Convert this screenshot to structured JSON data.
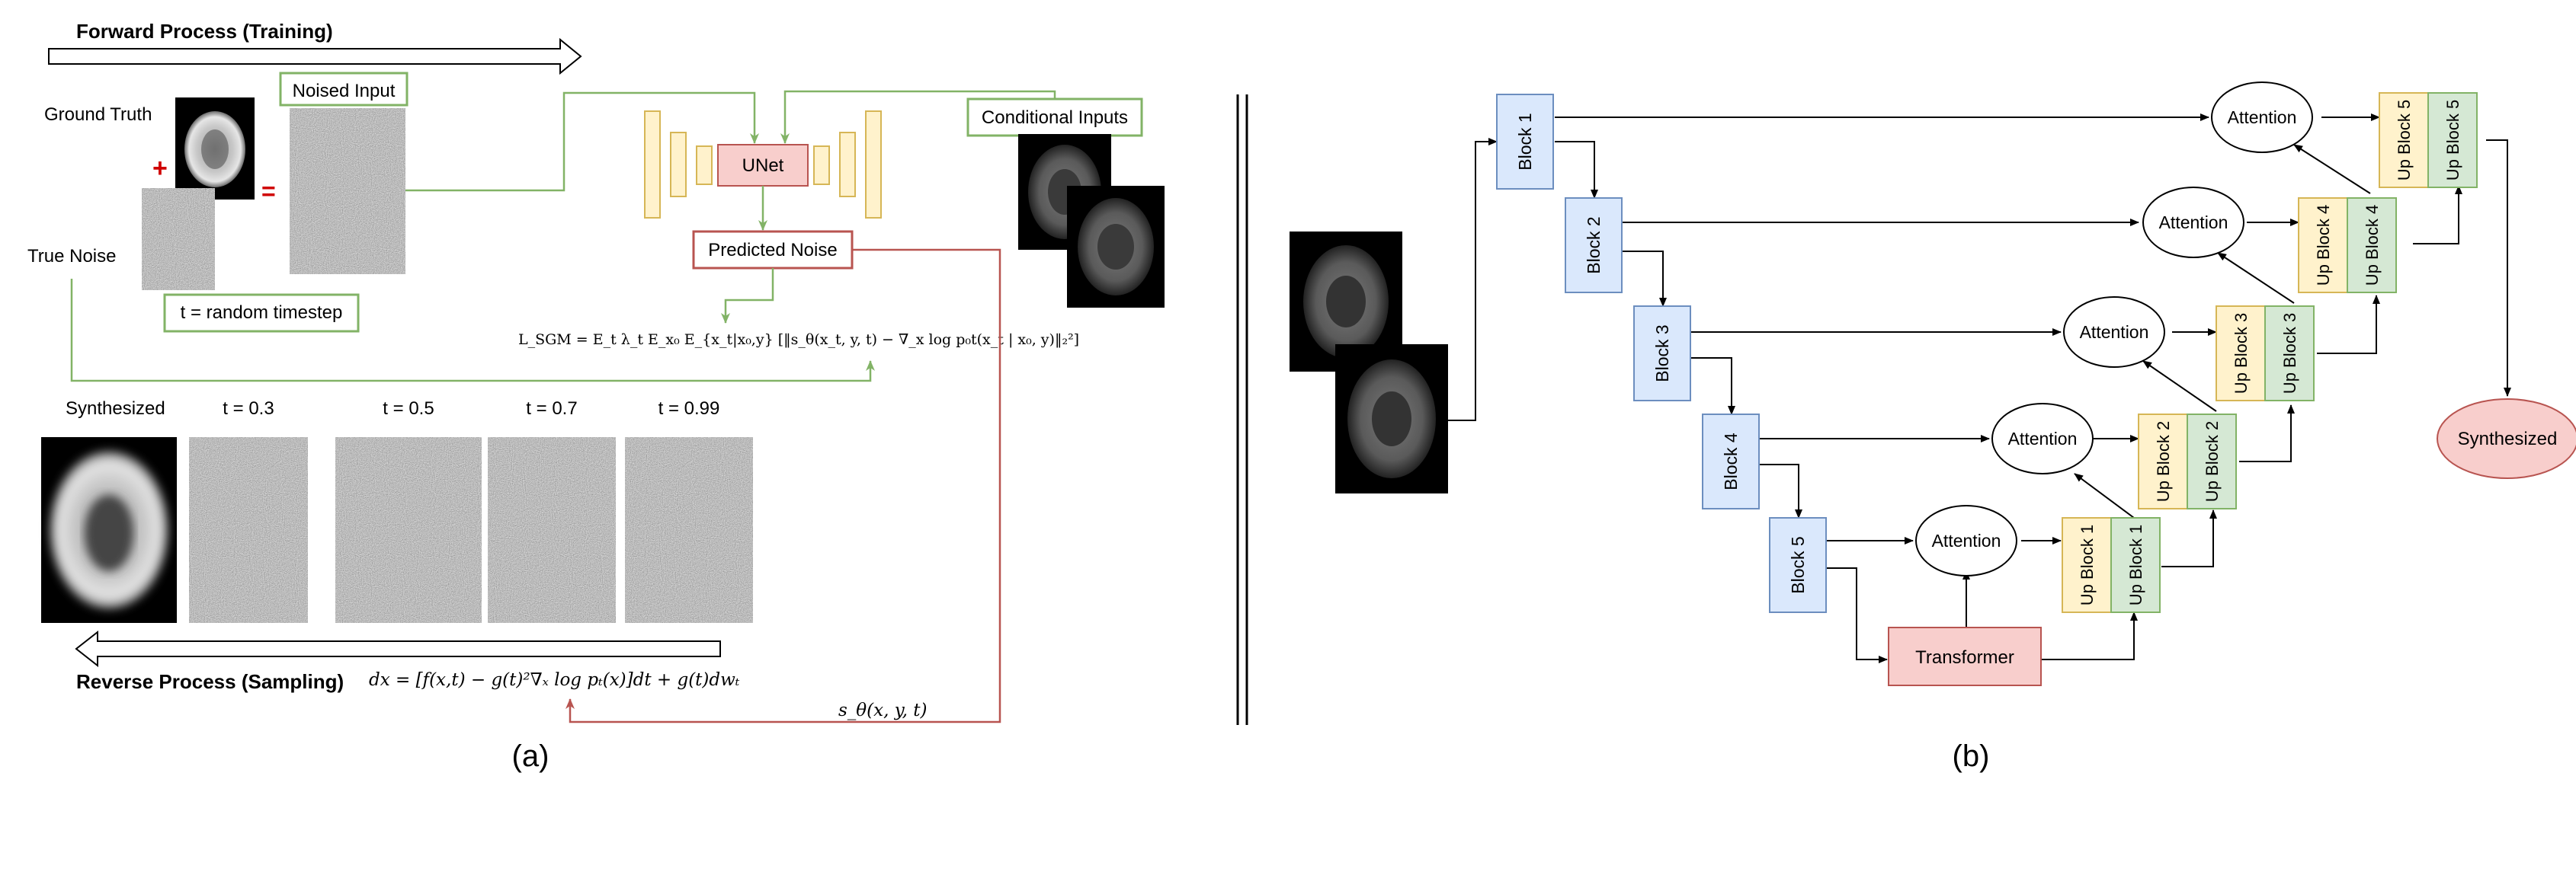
{
  "panel_a": {
    "forward_title": "Forward Process (Training)",
    "reverse_title": "Reverse Process (Sampling)",
    "ground_truth_label": "Ground Truth",
    "true_noise_label": "True Noise",
    "plus_sign": "+",
    "equals_sign": "=",
    "noised_input_label": "Noised Input",
    "timestep_label": "t = random timestep",
    "unet_label": "UNet",
    "predicted_noise_label": "Predicted Noise",
    "conditional_inputs_label": "Conditional Inputs",
    "loss_equation": "L_SGM = E_t λ_t E_x₀ E_{x_t|x₀,y} [‖s_θ(x_t, y, t) − ∇_x log p₀t(x_t | x₀, y)‖₂²]",
    "synthesized_label": "Synthesized",
    "timesteps": [
      "t = 0.3",
      "t = 0.5",
      "t = 0.7",
      "t = 0.99"
    ],
    "sde_equation": "dx = [f(x,t) − g(t)²∇ₓ log pₜ(x)]dt + g(t)dwₜ",
    "score_label": "s_θ(x, y, t)",
    "caption": "(a)"
  },
  "panel_b": {
    "encoder_blocks": [
      "Block 1",
      "Block 2",
      "Block 3",
      "Block 4",
      "Block 5"
    ],
    "attention_label": "Attention",
    "up_blocks": [
      "Up Block 1",
      "Up Block 2",
      "Up Block 3",
      "Up Block 4",
      "Up Block 5"
    ],
    "transformer_label": "Transformer",
    "synthesized_label": "Synthesized",
    "caption": "(b)"
  },
  "colors": {
    "green_border": "#82b366",
    "red_border": "#b85450",
    "red_fill": "#f8cecc",
    "yellow_fill": "#fff2cc",
    "yellow_border": "#d6b656",
    "green_fill": "#d5e8d4",
    "blue_fill": "#dae8fc",
    "blue_border": "#6c8ebf",
    "plus_red": "#d00000"
  }
}
